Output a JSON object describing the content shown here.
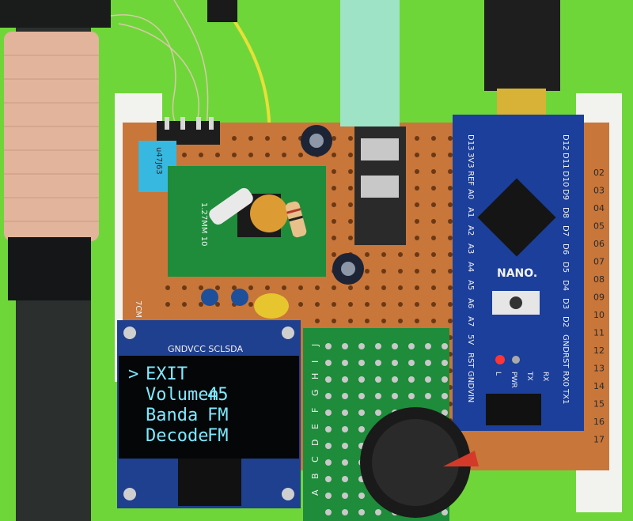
{
  "oled": {
    "header": "GNDVCC SCLSDA",
    "cursor": ">",
    "menu": [
      {
        "label": "EXIT",
        "value": ""
      },
      {
        "label": "Volumen",
        "value": "45"
      },
      {
        "label": "Banda",
        "value": "FM"
      },
      {
        "label": "Decode",
        "value": "FM"
      }
    ]
  },
  "labels": {
    "capacitor": "u47J63",
    "breakout": "1.27MM 10",
    "board_size": "7CM",
    "nano": "NANO.",
    "nano_pins_left": [
      "D13",
      "3V3",
      "REF",
      "A0",
      "A1",
      "A2",
      "A3",
      "A4",
      "A5",
      "A6",
      "A7",
      "5V",
      "RST",
      "GND",
      "VIN"
    ],
    "nano_pins_right": [
      "D12",
      "D11",
      "D10",
      "D9",
      "D8",
      "D7",
      "D6",
      "D5",
      "D4",
      "D3",
      "D2",
      "GND",
      "RST",
      "RX0",
      "TX1"
    ],
    "nano_leds": [
      "L",
      "PWR",
      "TX",
      "RX"
    ],
    "row_numbers": [
      "02",
      "03",
      "04",
      "05",
      "06",
      "07",
      "08",
      "09",
      "10",
      "11",
      "12",
      "13",
      "14",
      "15",
      "16",
      "17"
    ],
    "proto_letters": [
      "J",
      "I",
      "H",
      "G",
      "F",
      "E",
      "D",
      "C",
      "B",
      "A"
    ]
  },
  "colors": {
    "background": "#6fd63a",
    "perfboard": "#c8763a",
    "oled_text": "#7fe9ff",
    "nano_pcb": "#1b3f9a",
    "oled_pcb": "#1f3f8f"
  }
}
